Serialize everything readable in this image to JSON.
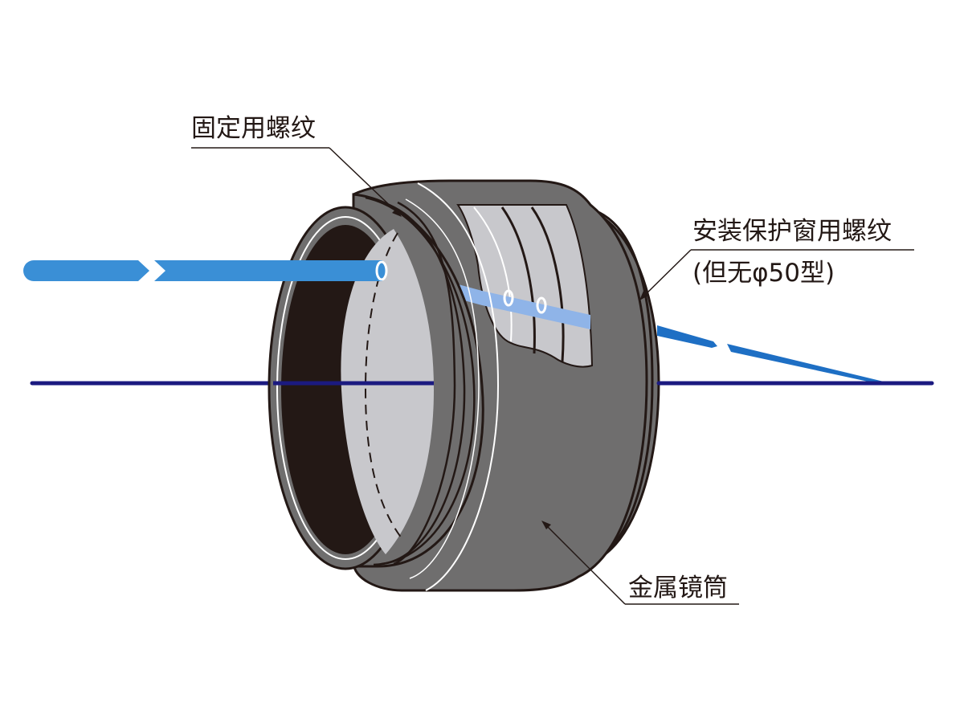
{
  "diagram": {
    "type": "lens barrel cross-section illustration",
    "labels": {
      "fixing_thread": "固定用螺纹",
      "protective_window_thread_line1": "安装保护窗用螺纹",
      "protective_window_thread_line2": "(但无φ50型)",
      "metal_barrel": "金属镜筒"
    },
    "colors": {
      "light_beam": "#3a8fd6",
      "light_beam_inside": "#8fb4e8",
      "optical_axis": "#1b1a80",
      "barrel_body": "#6f6e6e",
      "barrel_inner": "#c8c8cc",
      "barrel_opening": "#231815",
      "outline": "#231815"
    }
  }
}
